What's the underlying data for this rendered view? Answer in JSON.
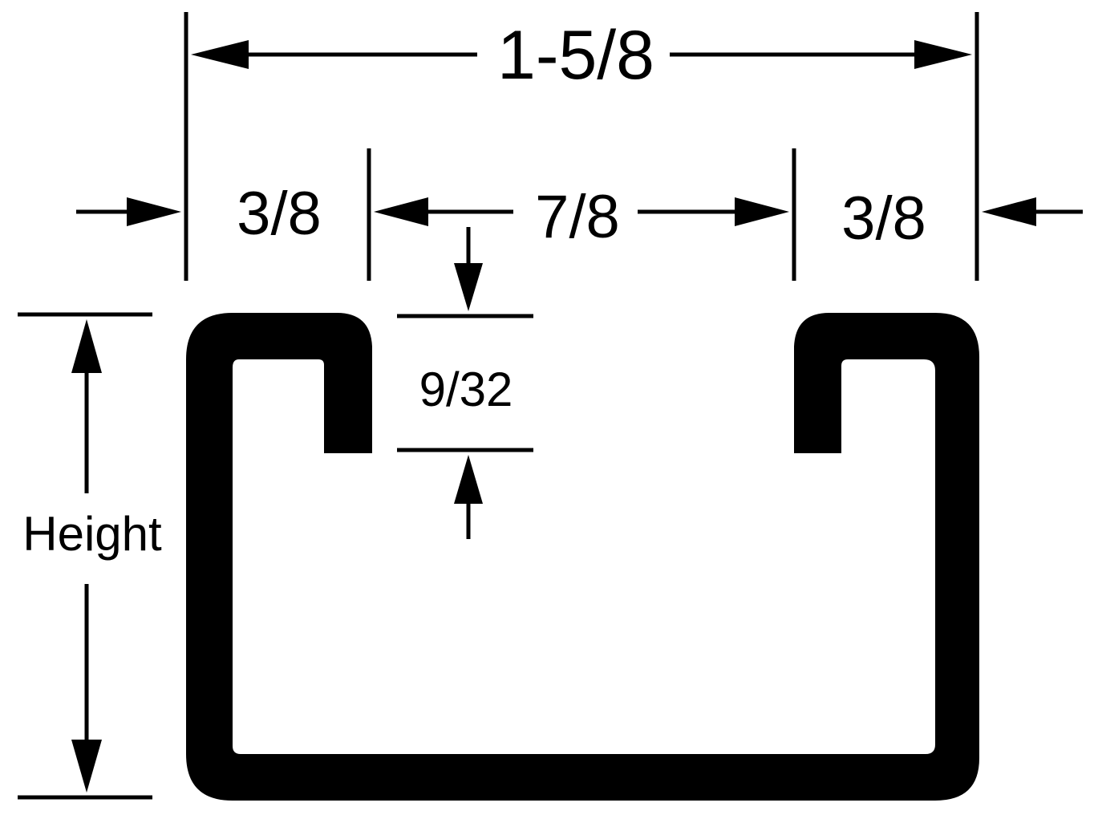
{
  "diagram": {
    "colors": {
      "ink": "#000000",
      "background": "#ffffff"
    },
    "labels": {
      "overall_width": "1-5/8",
      "left_lip": "3/8",
      "slot_opening": "7/8",
      "right_lip": "3/8",
      "lip_depth": "9/32",
      "height": "Height"
    },
    "profile_shape": "strut-channel-c-profile"
  }
}
